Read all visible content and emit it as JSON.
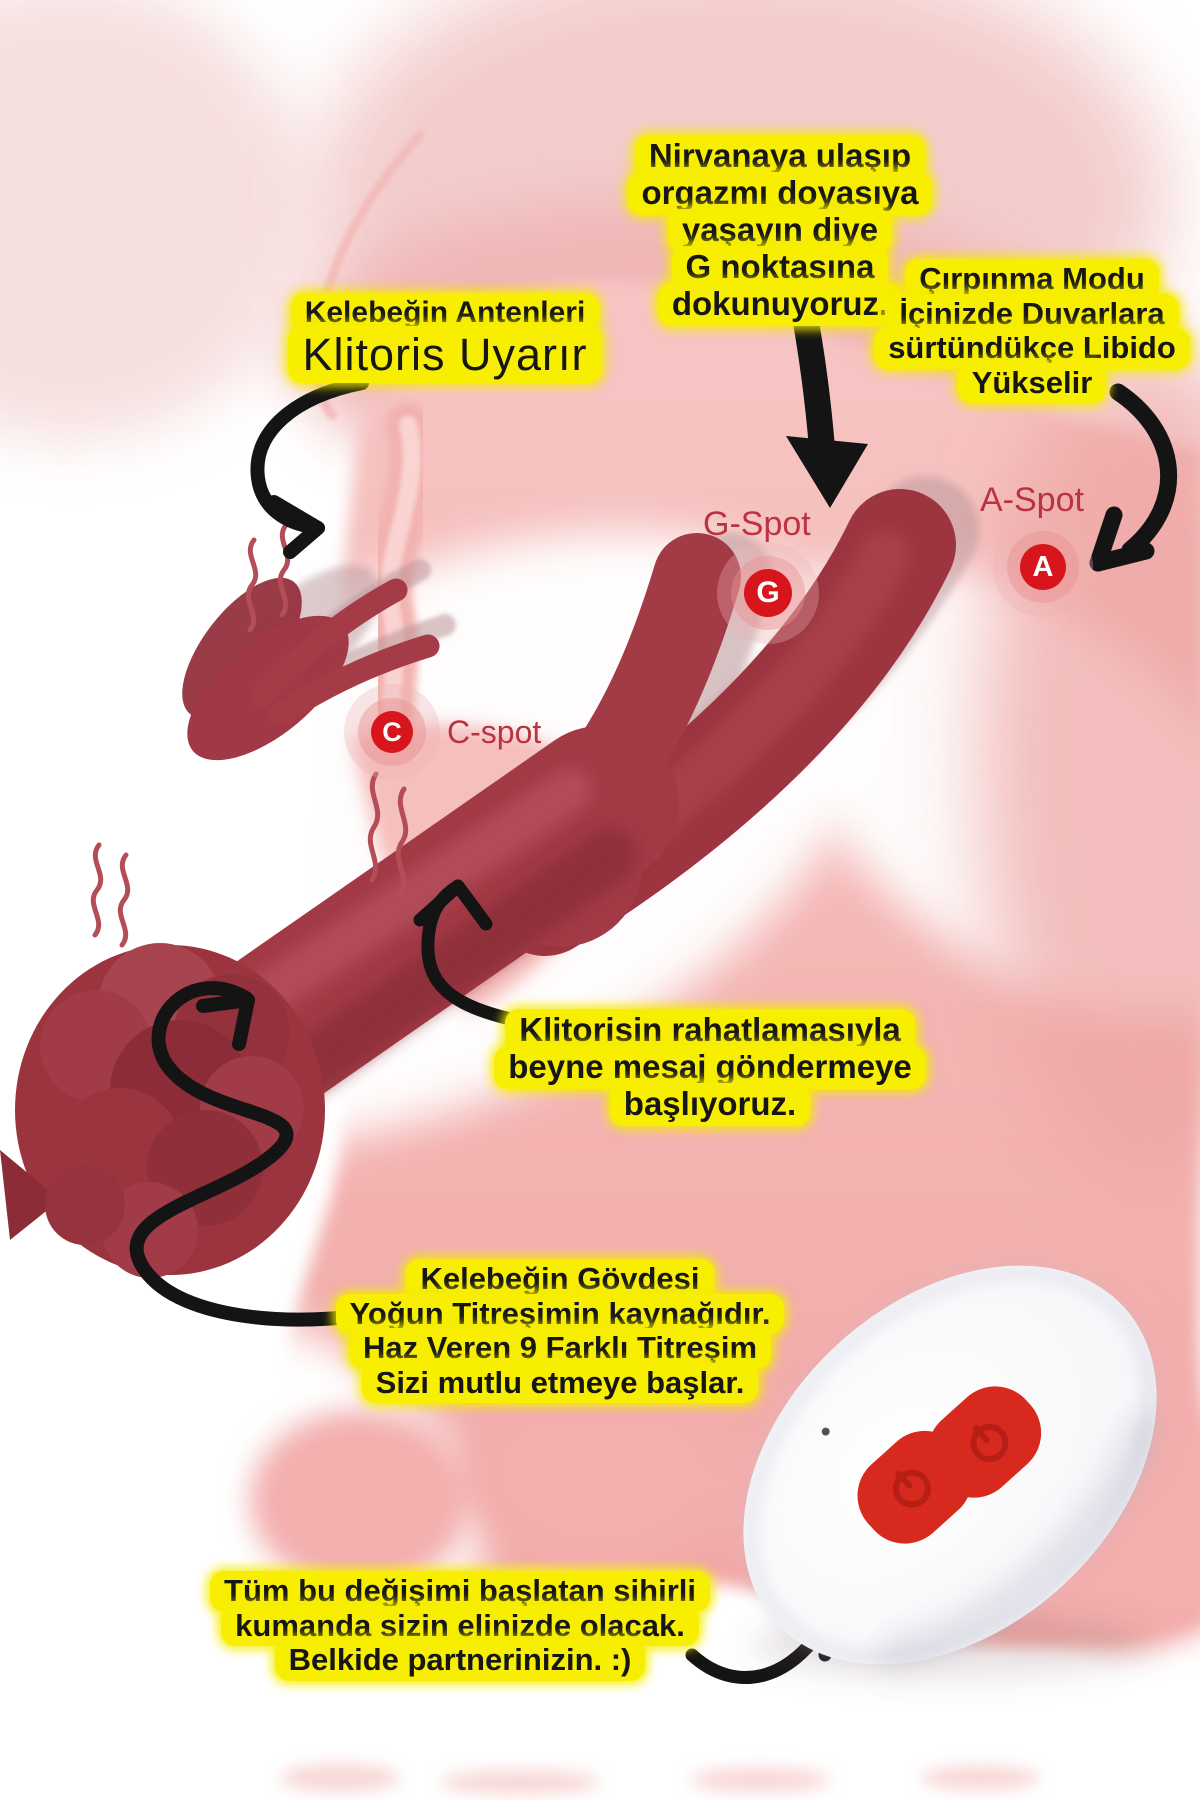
{
  "colors": {
    "highlight_yellow": "#f8ee00",
    "spot_red": "#d6161c",
    "label_red": "#bb3340",
    "product_maroon": "#a23a46",
    "background_pink": "#f2a9a7",
    "arrow_black": "#141414",
    "remote_button_red": "#d8291f"
  },
  "annotations": {
    "top_note": {
      "lines": [
        "Nirvanaya ulaşıp",
        "orgazmı doyasıya",
        "yaşayın diye",
        "G noktasına",
        "dokunuyoruz."
      ]
    },
    "flutter_note": {
      "lines": [
        "Çırpınma Modu",
        "İçinizde Duvarlara",
        "sürtündükçe Libido",
        "Yükselir"
      ]
    },
    "antenna_note": {
      "title": "Kelebeğin Antenleri",
      "subtitle": "Klitoris Uyarır"
    },
    "clitoris_note": {
      "lines": [
        "Klitorisin rahatlamasıyla",
        "beyne mesaj göndermeye",
        "başlıyoruz."
      ]
    },
    "body_note": {
      "lines": [
        "Kelebeğin Gövdesi",
        "Yoğun Titreşimin kaynağıdır.",
        "Haz Veren 9 Farklı Titreşim",
        "Sizi mutlu etmeye başlar."
      ]
    },
    "remote_note": {
      "lines": [
        "Tüm bu değişimi başlatan sihirli",
        "kumanda sizin elinizde olacak.",
        "Belkide partnerinizin. :)"
      ]
    }
  },
  "spots": {
    "c": {
      "letter": "C",
      "label": "C-spot"
    },
    "g": {
      "letter": "G",
      "label": "G-Spot"
    },
    "a": {
      "letter": "A",
      "label": "A-Spot"
    }
  }
}
